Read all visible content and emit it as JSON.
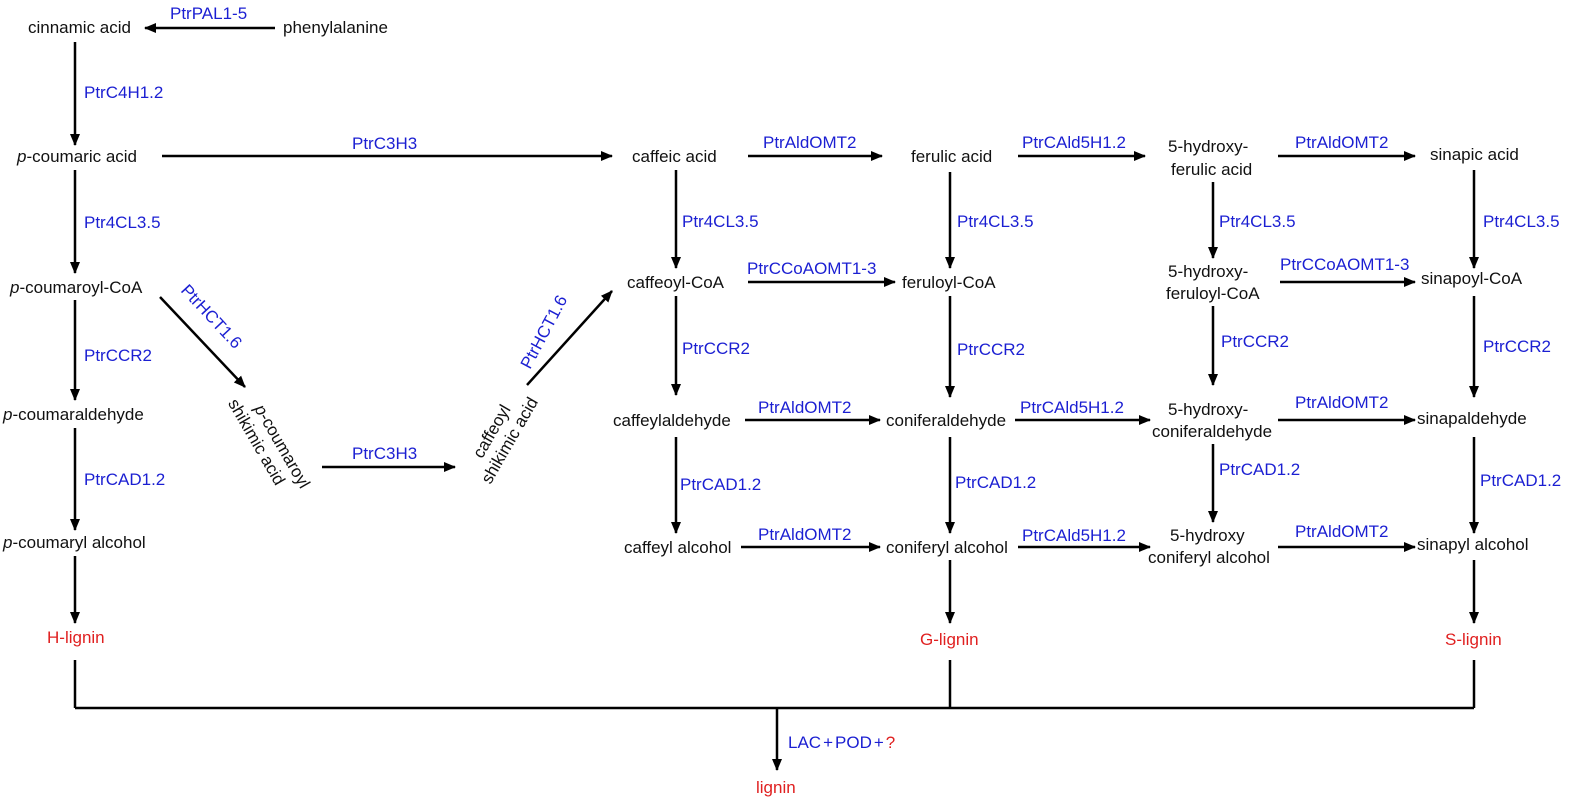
{
  "colors": {
    "metabolite": "#111111",
    "enzyme": "#1b1fd2",
    "lignin": "#e02020",
    "arrow": "#000000"
  },
  "metabolites": {
    "cinnamic_acid": "cinnamic acid",
    "phenylalanine": "phenylalanine",
    "p_coumaric_acid_p": "p",
    "p_coumaric_acid": "-coumaric acid",
    "p_coumaroyl_coa_p": "p",
    "p_coumaroyl_coa": "-coumaroyl-CoA",
    "p_coumaraldehyde_p": "p",
    "p_coumaraldehyde": "-coumaraldehyde",
    "p_coumaryl_alcohol_p": "p",
    "p_coumaryl_alcohol": "-coumaryl alcohol",
    "p_coumaroyl_shikimic_p": "p",
    "p_coumaroyl_shikimic_l1": "-coumaroyl",
    "p_coumaroyl_shikimic_l2": "shikimic acid",
    "caffeoyl_shikimic_l1": "caffeoyl",
    "caffeoyl_shikimic_l2": "shikimic acid",
    "caffeic_acid": "caffeic acid",
    "caffeoyl_coa": "caffeoyl-CoA",
    "caffeylaldehyde": "caffeylaldehyde",
    "caffeyl_alcohol": "caffeyl alcohol",
    "ferulic_acid": "ferulic acid",
    "feruloyl_coa": "feruloyl-CoA",
    "coniferaldehyde": "coniferaldehyde",
    "coniferyl_alcohol": "coniferyl alcohol",
    "hydroxy_ferulic_l1": "5-hydroxy-",
    "hydroxy_ferulic_l2": "ferulic acid",
    "hydroxy_feruloyl_l1": "5-hydroxy-",
    "hydroxy_feruloyl_l2": "feruloyl-CoA",
    "hydroxy_conifer_l1": "5-hydroxy-",
    "hydroxy_conifer_l2": "coniferaldehyde",
    "hydroxy_coniferyl_l1": "5-hydroxy",
    "hydroxy_coniferyl_l2": "coniferyl alcohol",
    "sinapic_acid": "sinapic acid",
    "sinapoyl_coa": "sinapoyl-CoA",
    "sinapaldehyde": "sinapaldehyde",
    "sinapyl_alcohol": "sinapyl alcohol"
  },
  "lignins": {
    "h": "H-lignin",
    "g": "G-lignin",
    "s": "S-lignin",
    "final": "lignin"
  },
  "enzymes": {
    "pal": "PtrPAL1-5",
    "c4h": "PtrC4H1.2",
    "c3h_top": "PtrC3H3",
    "c3h_bottom": "PtrC3H3",
    "aldomt_1": "PtrAldOMT2",
    "cald5h_1": "PtrCAld5H1.2",
    "aldomt_2": "PtrAldOMT2",
    "cl_1": "Ptr4CL3.5",
    "cl_2": "Ptr4CL3.5",
    "cl_3": "Ptr4CL3.5",
    "cl_4": "Ptr4CL3.5",
    "cl_5": "Ptr4CL3.5",
    "ccoaomt_1": "PtrCCoAOMT1-3",
    "ccoaomt_2": "PtrCCoAOMT1-3",
    "hct_1": "PtrHCT1.6",
    "hct_2": "PtrHCT1.6",
    "ccr_1": "PtrCCR2",
    "ccr_2": "PtrCCR2",
    "ccr_3": "PtrCCR2",
    "ccr_4": "PtrCCR2",
    "ccr_5": "PtrCCR2",
    "aldomt_3": "PtrAldOMT2",
    "cald5h_2": "PtrCAld5H1.2",
    "aldomt_4": "PtrAldOMT2",
    "cad_1": "PtrCAD1.2",
    "cad_2": "PtrCAD1.2",
    "cad_3": "PtrCAD1.2",
    "cad_4": "PtrCAD1.2",
    "cad_5": "PtrCAD1.2",
    "aldomt_5": "PtrAldOMT2",
    "cald5h_3": "PtrCAld5H1.2",
    "aldomt_6": "PtrAldOMT2",
    "lac": "LAC",
    "plus1": "+",
    "pod": "POD",
    "plus2": "+",
    "unknown": "?"
  }
}
